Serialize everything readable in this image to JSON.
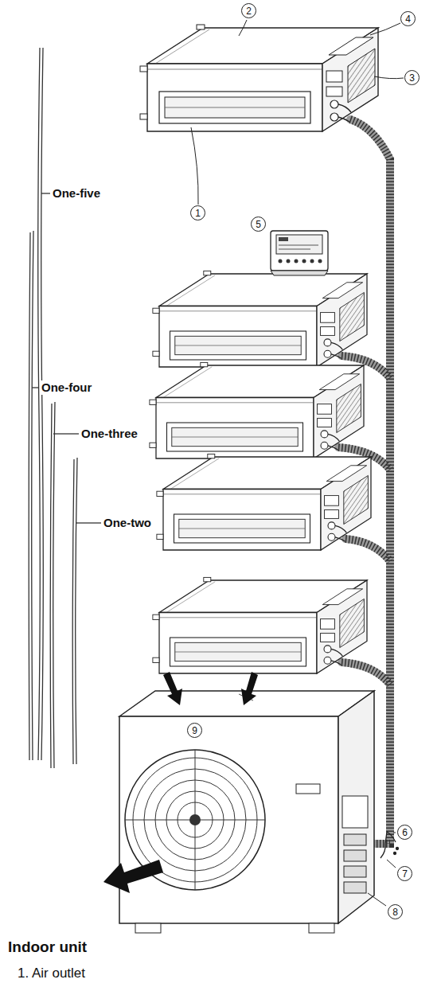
{
  "diagram": {
    "labels": [
      "2",
      "4",
      "3",
      "1",
      "5",
      "One-five",
      "One-four",
      "One-three",
      "One-two",
      "9",
      "6",
      "7",
      "8",
      "Indoor unit",
      "1. Air outlet"
    ]
  }
}
